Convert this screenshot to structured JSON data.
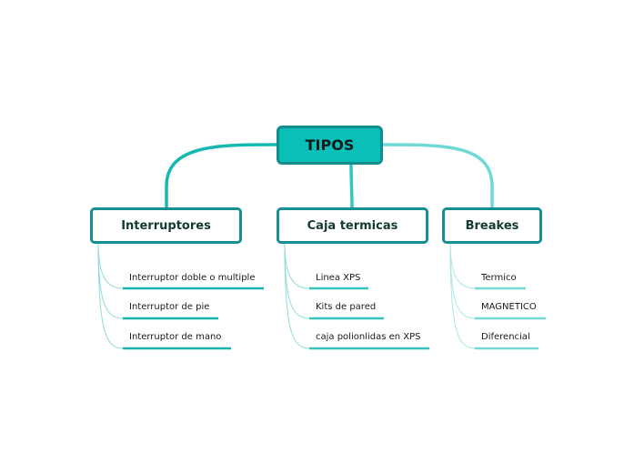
{
  "root": {
    "label": "TIPOS"
  },
  "colors": {
    "root_fill": "#0bbfb9",
    "box_border": "#148f94",
    "connector_left": "#17b8b1",
    "connector_mid": "#33c6c0",
    "connector_right": "#6fd9d5",
    "branch_text": "#123b33"
  },
  "branches": [
    {
      "label": "Interruptores",
      "items": [
        "Interruptor doble o multiple",
        "Interruptor de pie",
        "Interruptor de mano"
      ]
    },
    {
      "label": "Caja termicas",
      "items": [
        "Linea XPS",
        "Kits de pared",
        "caja polionlidas en XPS"
      ]
    },
    {
      "label": "Breakes",
      "items": [
        "Termico",
        "MAGNETICO",
        "Diferencial"
      ]
    }
  ]
}
